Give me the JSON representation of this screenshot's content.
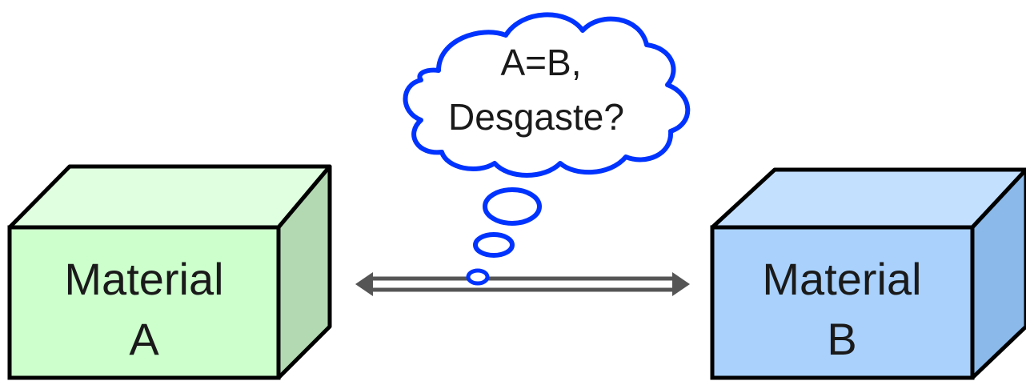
{
  "material_a": {
    "line1": "Material",
    "line2": "A",
    "front_color": "#ccffcc",
    "side_color": "#b3d9b3",
    "top_color": "#e0ffe0"
  },
  "material_b": {
    "line1": "Material",
    "line2": "B",
    "front_color": "#a9d1fc",
    "side_color": "#8ab9ea",
    "top_color": "#c4e0ff"
  },
  "thought": {
    "line1": "A=B,",
    "line2": "Desgaste?",
    "outline_color": "#0033ff"
  },
  "arrow_color": "#555555"
}
